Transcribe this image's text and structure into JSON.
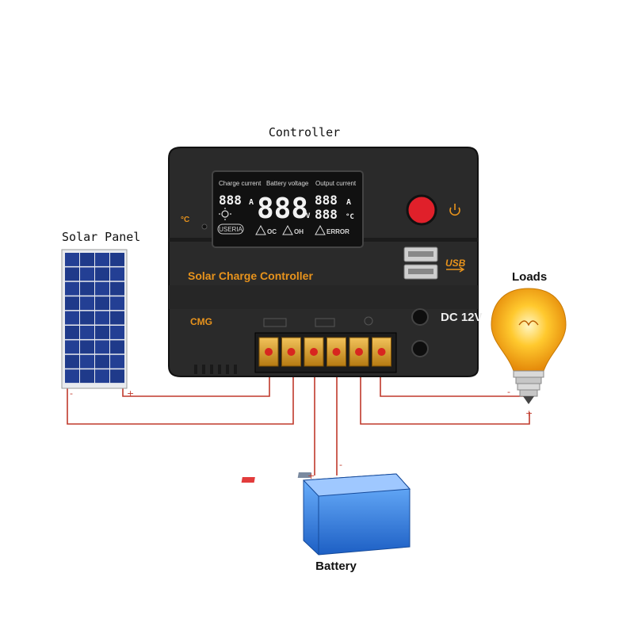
{
  "labels": {
    "controller": "Controller",
    "solar_panel": "Solar Panel",
    "loads": "Loads",
    "battery": "Battery"
  },
  "device": {
    "lcd_headers": [
      "Charge current",
      "Battery voltage",
      "Output current"
    ],
    "seg_left": "888",
    "seg_center": "888",
    "seg_right_top": "888",
    "seg_right_bottom": "888",
    "unit_a": "A",
    "unit_v": "V",
    "unit_c": "°C",
    "lcd_tag": "USERIA",
    "warn_oc": "OC",
    "warn_oh": "OH",
    "warn_error": "ERROR",
    "title": "Solar Charge Controller",
    "model": "CMG",
    "usb_label": "USB",
    "dc_label": "DC 12V"
  },
  "polarity": {
    "plus": "+",
    "minus": "-"
  },
  "colors": {
    "housing": "#2a2a2a",
    "accent": "#e8931c",
    "wire": "#c0392b",
    "battery": "#2f7fe0",
    "bulb": "#f7b418",
    "button": "#e0202a"
  },
  "icons": [
    "sun-icon",
    "moon-icon",
    "power-icon",
    "warning-icon",
    "usb-icon",
    "lightbulb-icon",
    "battery-icon",
    "solar-panel-icon"
  ]
}
